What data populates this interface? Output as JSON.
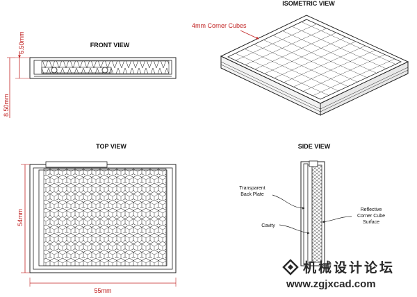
{
  "views": {
    "front": {
      "title": "FRONT VIEW"
    },
    "isometric": {
      "title": "ISOMETRIC VIEW",
      "callout": "4mm Corner Cubes"
    },
    "top": {
      "title": "TOP VIEW"
    },
    "side": {
      "title": "SIDE VIEW"
    }
  },
  "dimensions": {
    "front_height": "6.50mm",
    "total_height": "8.50mm",
    "top_height": "54mm",
    "top_width": "55mm"
  },
  "side_labels": {
    "back_plate_line1": "Transparent",
    "back_plate_line2": "Back Plate",
    "cavity": "Cavity",
    "reflective_line1": "Reflective",
    "reflective_line2": "Corner Cube",
    "reflective_line3": "Surface"
  },
  "watermark": {
    "chinese": "机械设计论坛",
    "url": "www.zgjxcad.com"
  },
  "colors": {
    "line": "#222222",
    "dimension": "#c02020",
    "watermark": "#2a2a2a"
  }
}
